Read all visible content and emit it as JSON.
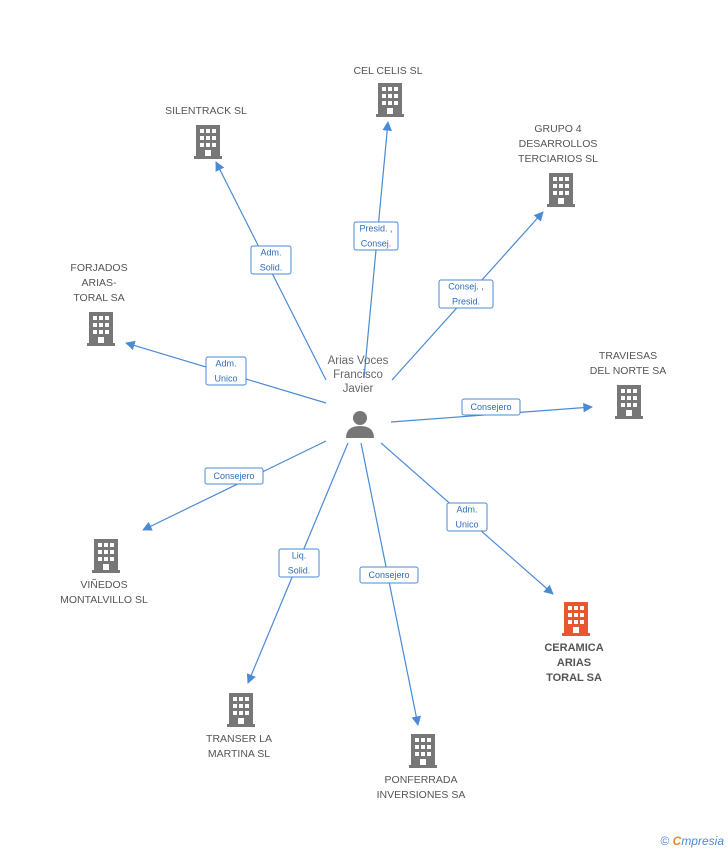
{
  "person": {
    "name_lines": [
      "Arias Voces",
      "Francisco",
      "Javier"
    ],
    "icon": "person-icon"
  },
  "colors": {
    "edge": "#4a8ad6",
    "building": "#777777",
    "highlight": "#e8572e",
    "label": "#555555"
  },
  "companies": [
    {
      "id": "cel-celis",
      "lines": [
        "CEL CELIS SL"
      ],
      "role": [
        "Presid. ,",
        "Consej."
      ],
      "highlight": false,
      "icon": "building-icon"
    },
    {
      "id": "silentrack",
      "lines": [
        "SILENTRACK SL"
      ],
      "role": [
        "Adm.",
        "Solid."
      ],
      "highlight": false,
      "icon": "building-icon"
    },
    {
      "id": "grupo4",
      "lines": [
        "GRUPO 4",
        "DESARROLLOS",
        "TERCIARIOS SL"
      ],
      "role": [
        "Consej. ,",
        "Presid."
      ],
      "highlight": false,
      "icon": "building-icon"
    },
    {
      "id": "forjados",
      "lines": [
        "FORJADOS",
        "ARIAS-",
        "TORAL SA"
      ],
      "role": [
        "Adm.",
        "Unico"
      ],
      "highlight": false,
      "icon": "building-icon"
    },
    {
      "id": "traviesas",
      "lines": [
        "TRAVIESAS",
        "DEL NORTE SA"
      ],
      "role": [
        "Consejero"
      ],
      "highlight": false,
      "icon": "building-icon"
    },
    {
      "id": "vinedos",
      "lines": [
        "VIÑEDOS",
        "MONTALVILLO SL"
      ],
      "role": [
        "Consejero"
      ],
      "highlight": false,
      "icon": "building-icon"
    },
    {
      "id": "ceramica",
      "lines": [
        "CERAMICA",
        "ARIAS",
        "TORAL SA"
      ],
      "role": [
        "Adm.",
        "Unico"
      ],
      "highlight": true,
      "icon": "building-icon"
    },
    {
      "id": "transer",
      "lines": [
        "TRANSER LA",
        "MARTINA SL"
      ],
      "role": [
        "Liq.",
        "Solid."
      ],
      "highlight": false,
      "icon": "building-icon"
    },
    {
      "id": "ponferrada",
      "lines": [
        "PONFERRADA",
        "INVERSIONES SA"
      ],
      "role": [
        "Consejero"
      ],
      "highlight": false,
      "icon": "building-icon"
    }
  ],
  "footer": {
    "copyright": "©",
    "brand_first": "C",
    "brand_rest": "mpresia"
  }
}
